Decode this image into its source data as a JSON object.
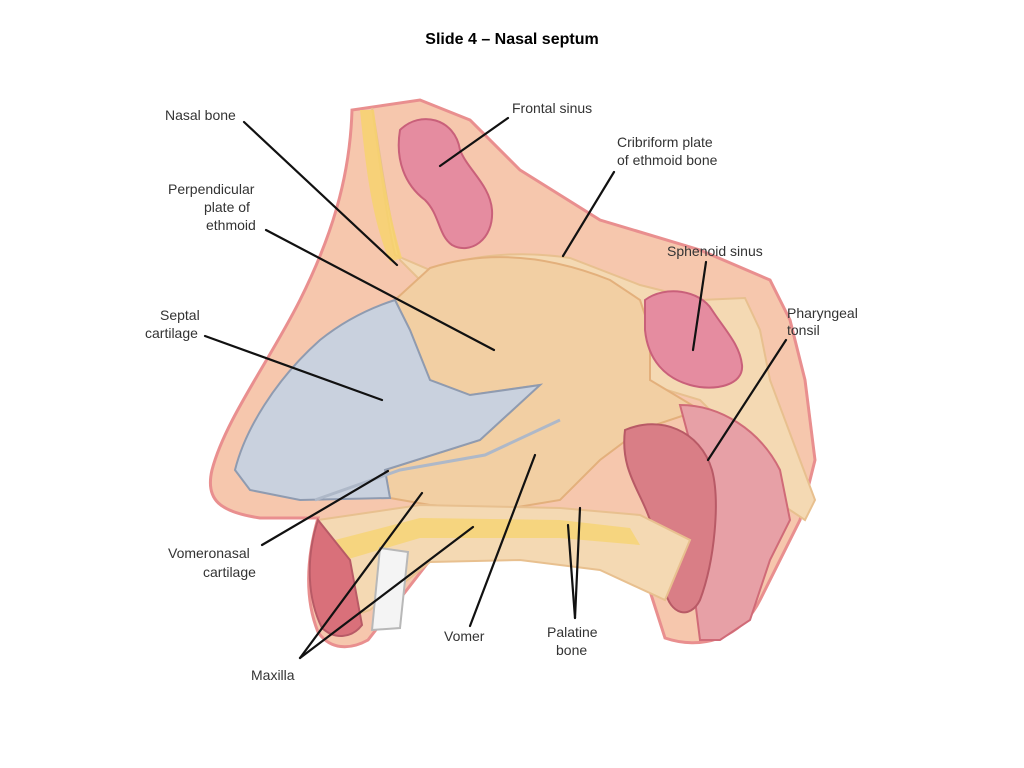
{
  "slide": {
    "title": "Slide 4 – Nasal septum"
  },
  "labels": {
    "nasal_bone": "Nasal bone",
    "frontal_sinus": "Frontal sinus",
    "cribriform_1": "Cribriform plate",
    "cribriform_2": "of ethmoid bone",
    "perp_1": "Perpendicular",
    "perp_2": "plate of",
    "perp_3": "ethmoid",
    "sphenoid_sinus": "Sphenoid sinus",
    "pharyngeal_1": "Pharyngeal",
    "pharyngeal_2": "tonsil",
    "septal_1": "Septal",
    "septal_2": "cartilage",
    "vomeronasal_1": "Vomeronasal",
    "vomeronasal_2": "cartilage",
    "vomer": "Vomer",
    "palatine_1": "Palatine",
    "palatine_2": "bone",
    "maxilla": "Maxilla"
  },
  "colors": {
    "skin": "#f6c7ad",
    "skin_edge": "#e98f8f",
    "bone": "#f4d9b3",
    "bone_dark": "#e8c08f",
    "bone_marrow": "#f7d36a",
    "cartilage": "#c9d1de",
    "cartilage_edge": "#8f9bb0",
    "sinus": "#e58ca0",
    "sinus_dark": "#c9607a",
    "tissue": "#e7a0a6",
    "tonsil": "#d97e86",
    "leader": "#111111",
    "text": "#333333"
  }
}
